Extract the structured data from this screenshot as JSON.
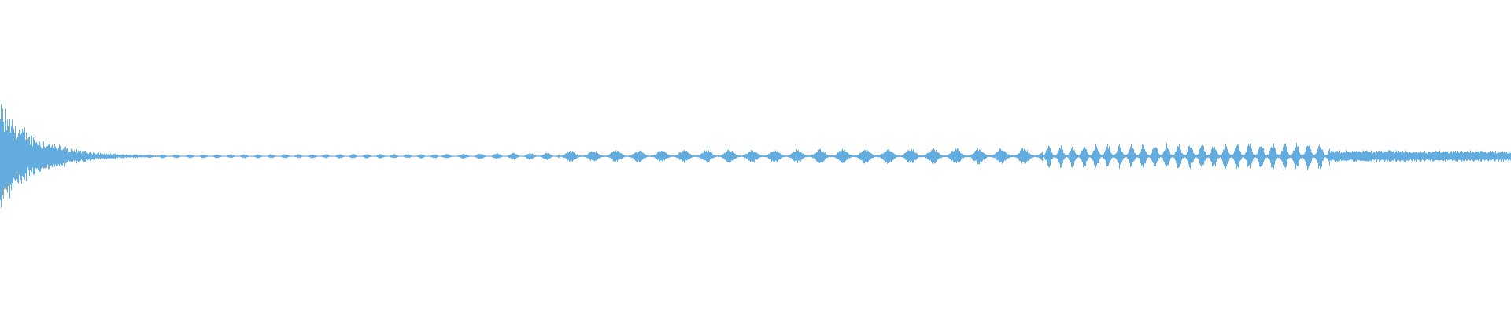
{
  "waveform": {
    "color": "#62acdf",
    "background": "#ffffff",
    "onset": {
      "peak": 0.31,
      "decay": 0.025
    },
    "segments": [
      {
        "from": 0.0,
        "to": 0.015,
        "pulse_spacing": 0.0035,
        "amplitude_start": 0.18,
        "amplitude_end": 0.05
      },
      {
        "from": 0.015,
        "to": 0.04,
        "pulse_spacing": 0.004,
        "amplitude_start": 0.03,
        "amplitude_end": 0.015
      },
      {
        "from": 0.04,
        "to": 0.29,
        "pulse_spacing": 0.009,
        "amplitude_start": 0.01,
        "amplitude_end": 0.012
      },
      {
        "from": 0.29,
        "to": 0.37,
        "pulse_spacing": 0.011,
        "amplitude_start": 0.012,
        "amplitude_end": 0.022
      },
      {
        "from": 0.37,
        "to": 0.69,
        "pulse_spacing": 0.015,
        "amplitude_start": 0.03,
        "amplitude_end": 0.045
      },
      {
        "from": 0.69,
        "to": 0.88,
        "pulse_spacing": 0.0078,
        "amplitude_start": 0.06,
        "amplitude_end": 0.075
      },
      {
        "from": 0.88,
        "to": 1.0,
        "pulse_spacing": 0.0,
        "amplitude_start": 0.035,
        "amplitude_end": 0.03
      }
    ]
  }
}
